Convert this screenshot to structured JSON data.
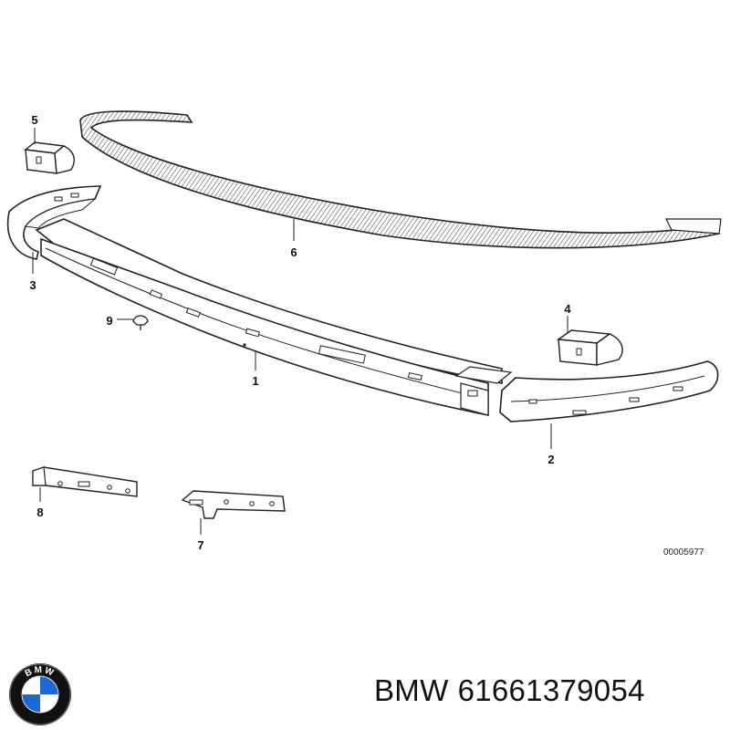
{
  "callouts": {
    "p1": "1",
    "p2": "2",
    "p3": "3",
    "p4": "4",
    "p5": "5",
    "p6": "6",
    "p7": "7",
    "p8": "8",
    "p9": "9"
  },
  "drawing_code": "00005977",
  "brand": {
    "name": "BMW",
    "part_number": "61661379054",
    "logo_letters": "BMW",
    "colors": {
      "blue": "#1c69d4",
      "ring": "#111111",
      "white": "#ffffff"
    }
  }
}
